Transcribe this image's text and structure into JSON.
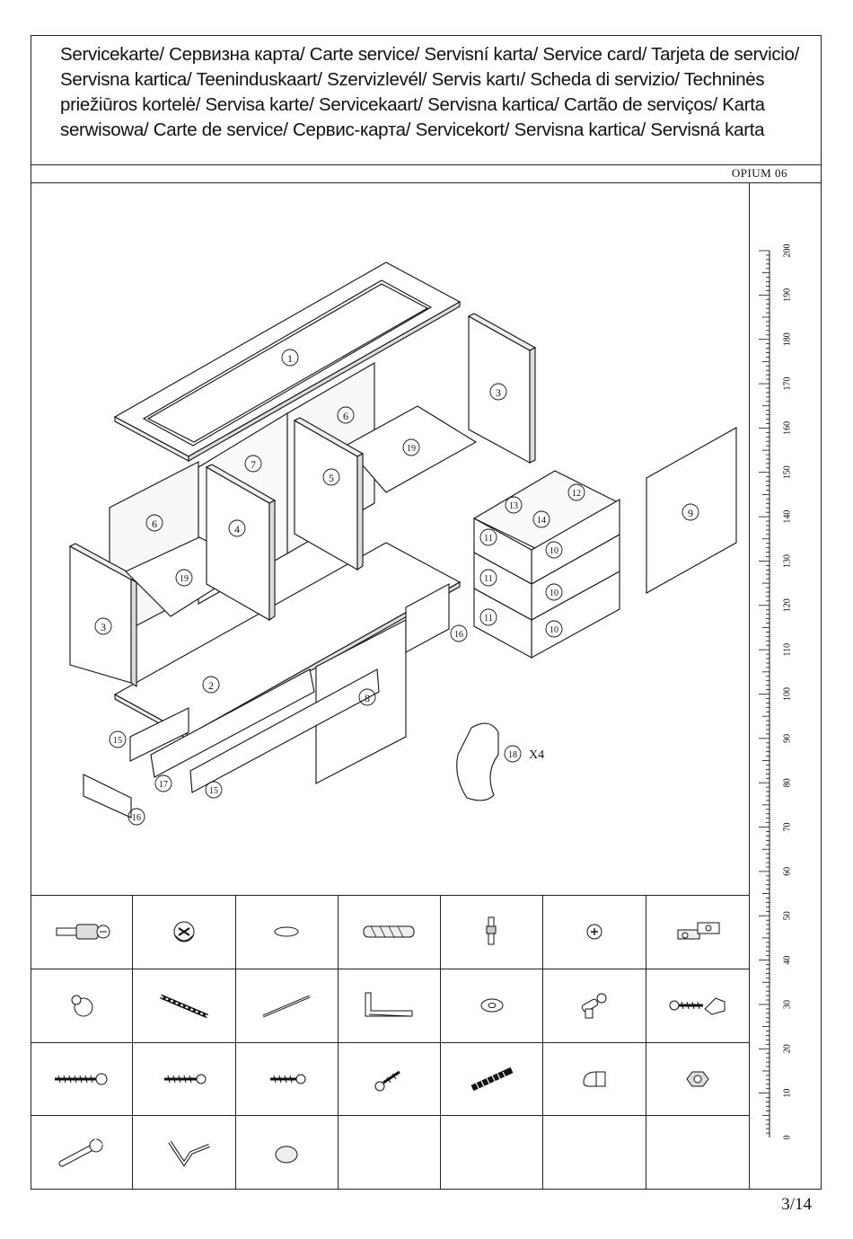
{
  "header": {
    "title": "Servicekarte/ Сервизна карта/ Carte service/ Servisní karta/ Service card/ Tarjeta de servicio/ Servisna kartica/ Teeninduskaart/ Szervizlevél/ Servis kartı/ Scheda di servizio/ Techninės priežiūros kortelė/ Servisa karte/ Servicekaart/ Servisna kartica/ Cartão de serviços/ Karta serwisowa/ Carte de service/ Сервис-карта/ Servicekort/ Servisna kartica/ Servisná karta"
  },
  "model_code": "OPIUM 06",
  "parts": {
    "p1": "1",
    "p2": "2",
    "p3a": "3",
    "p3b": "3",
    "p4": "4",
    "p5": "5",
    "p6a": "6",
    "p6b": "6",
    "p7": "7",
    "p8": "8",
    "p9": "9",
    "p10a": "10",
    "p10b": "10",
    "p10c": "10",
    "p11a": "11",
    "p11b": "11",
    "p11c": "11",
    "p12": "12",
    "p13": "13",
    "p14": "14",
    "p15a": "15",
    "p15b": "15",
    "p16a": "16",
    "p16b": "16",
    "p17": "17",
    "p18": "18",
    "p18_qty": "X4",
    "p19a": "19",
    "p19b": "19"
  },
  "ruler": {
    "labels": [
      "200",
      "190",
      "180",
      "170",
      "160",
      "150",
      "140",
      "130",
      "120",
      "110",
      "100",
      "90",
      "80",
      "70",
      "60",
      "50",
      "40",
      "30",
      "20",
      "10",
      "0"
    ]
  },
  "hardware": [
    "cam-bolt-icon",
    "cam-lock-icon",
    "oval-washer-icon",
    "wood-dowel-icon",
    "shelf-pin-icon",
    "cross-screw-icon",
    "hinge-icon",
    "knob-icon",
    "drawer-runner-icon",
    "slide-rail-icon",
    "l-bracket-icon",
    "flat-washer-icon",
    "connector-pin-icon",
    "screw-with-clip-icon",
    "long-screw-icon",
    "medium-screw-icon",
    "short-screw-icon",
    "small-screw-icon",
    "threaded-rod-icon",
    "round-cap-icon",
    "nut-icon",
    "wrench-icon",
    "allen-key-icon",
    "cover-cap-icon",
    "",
    "",
    "",
    ""
  ],
  "page": "3/14"
}
